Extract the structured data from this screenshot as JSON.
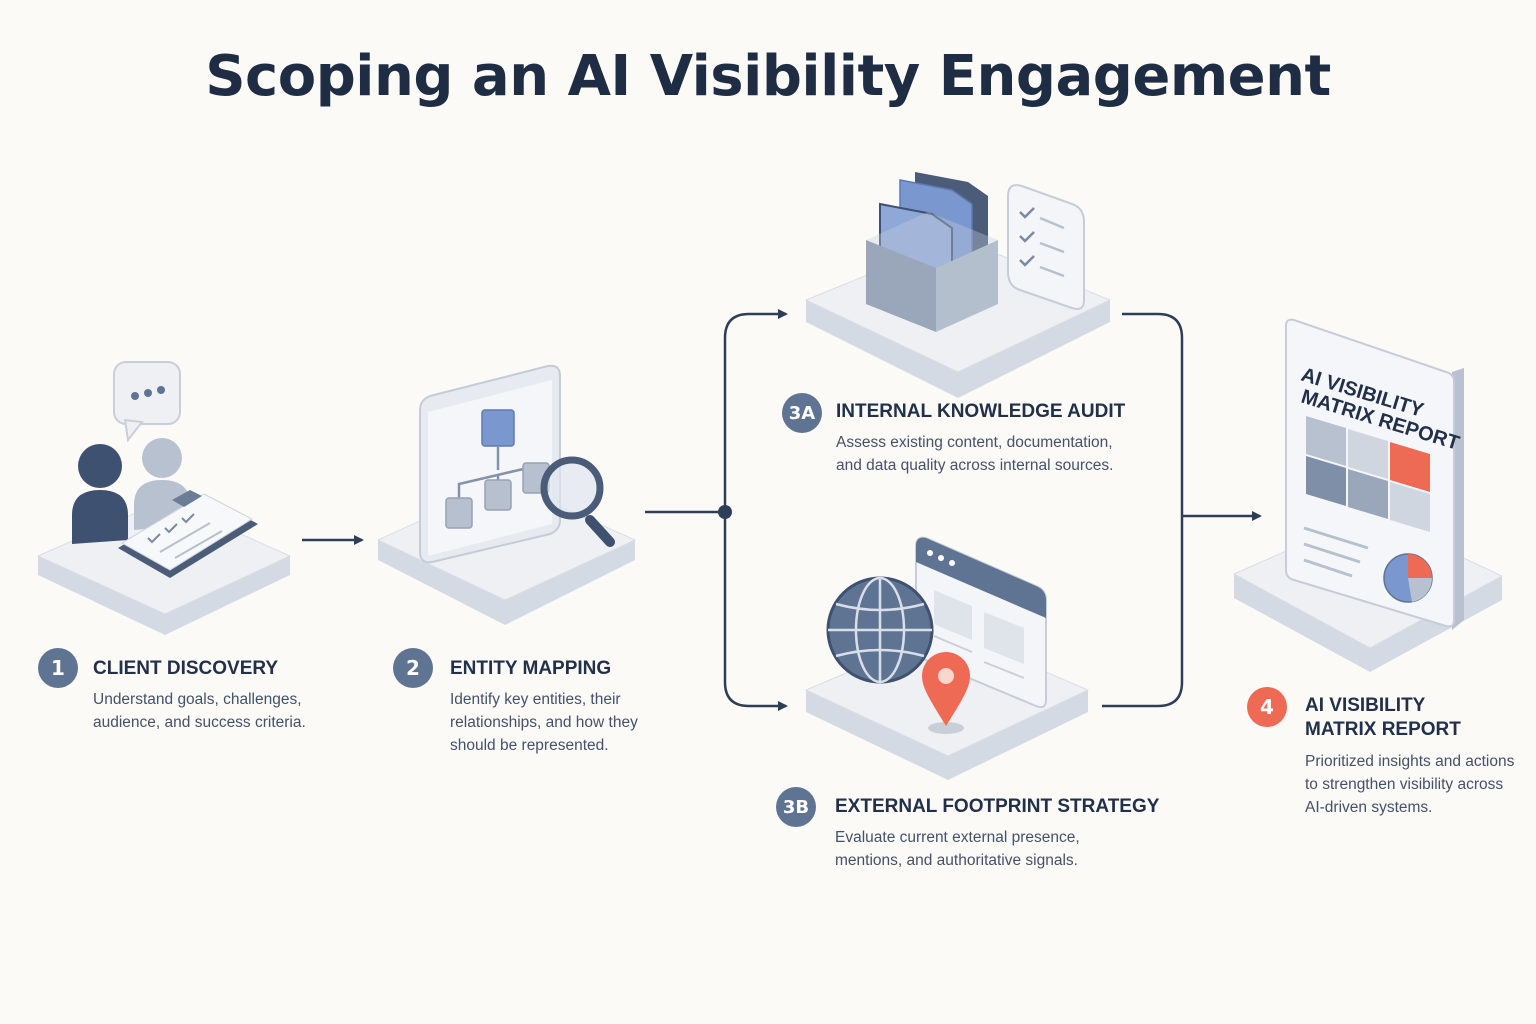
{
  "title": "Scoping an AI Visibility Engagement",
  "colors": {
    "navy": "#22304a",
    "slate": "#5f7493",
    "accent": "#ee6a55",
    "highlight": "#7b97cf",
    "platform": "#eef0f4"
  },
  "steps": [
    {
      "badge": "1",
      "title": "CLIENT DISCOVERY",
      "desc": "Understand goals, challenges, audience, and success criteria.",
      "icon": "people-clipboard-icon"
    },
    {
      "badge": "2",
      "title": "ENTITY MAPPING",
      "desc": "Identify key entities, their relationships, and how they should be represented.",
      "icon": "hierarchy-magnifier-icon"
    },
    {
      "badge": "3A",
      "title": "INTERNAL KNOWLEDGE AUDIT",
      "desc": "Assess existing content, documentation, and data quality across internal sources.",
      "icon": "file-box-checklist-icon"
    },
    {
      "badge": "3B",
      "title": "EXTERNAL FOOTPRINT STRATEGY",
      "desc": "Evaluate current external presence, mentions, and authoritative signals.",
      "icon": "globe-browser-pin-icon"
    },
    {
      "badge": "4",
      "title_line1": "AI VISIBILITY",
      "title_line2": "MATRIX REPORT",
      "desc": "Prioritized insights and actions to strengthen visibility across AI-driven systems.",
      "icon": "report-document-icon"
    }
  ],
  "report_cover": {
    "line1": "AI VISIBILITY",
    "line2": "MATRIX REPORT"
  }
}
